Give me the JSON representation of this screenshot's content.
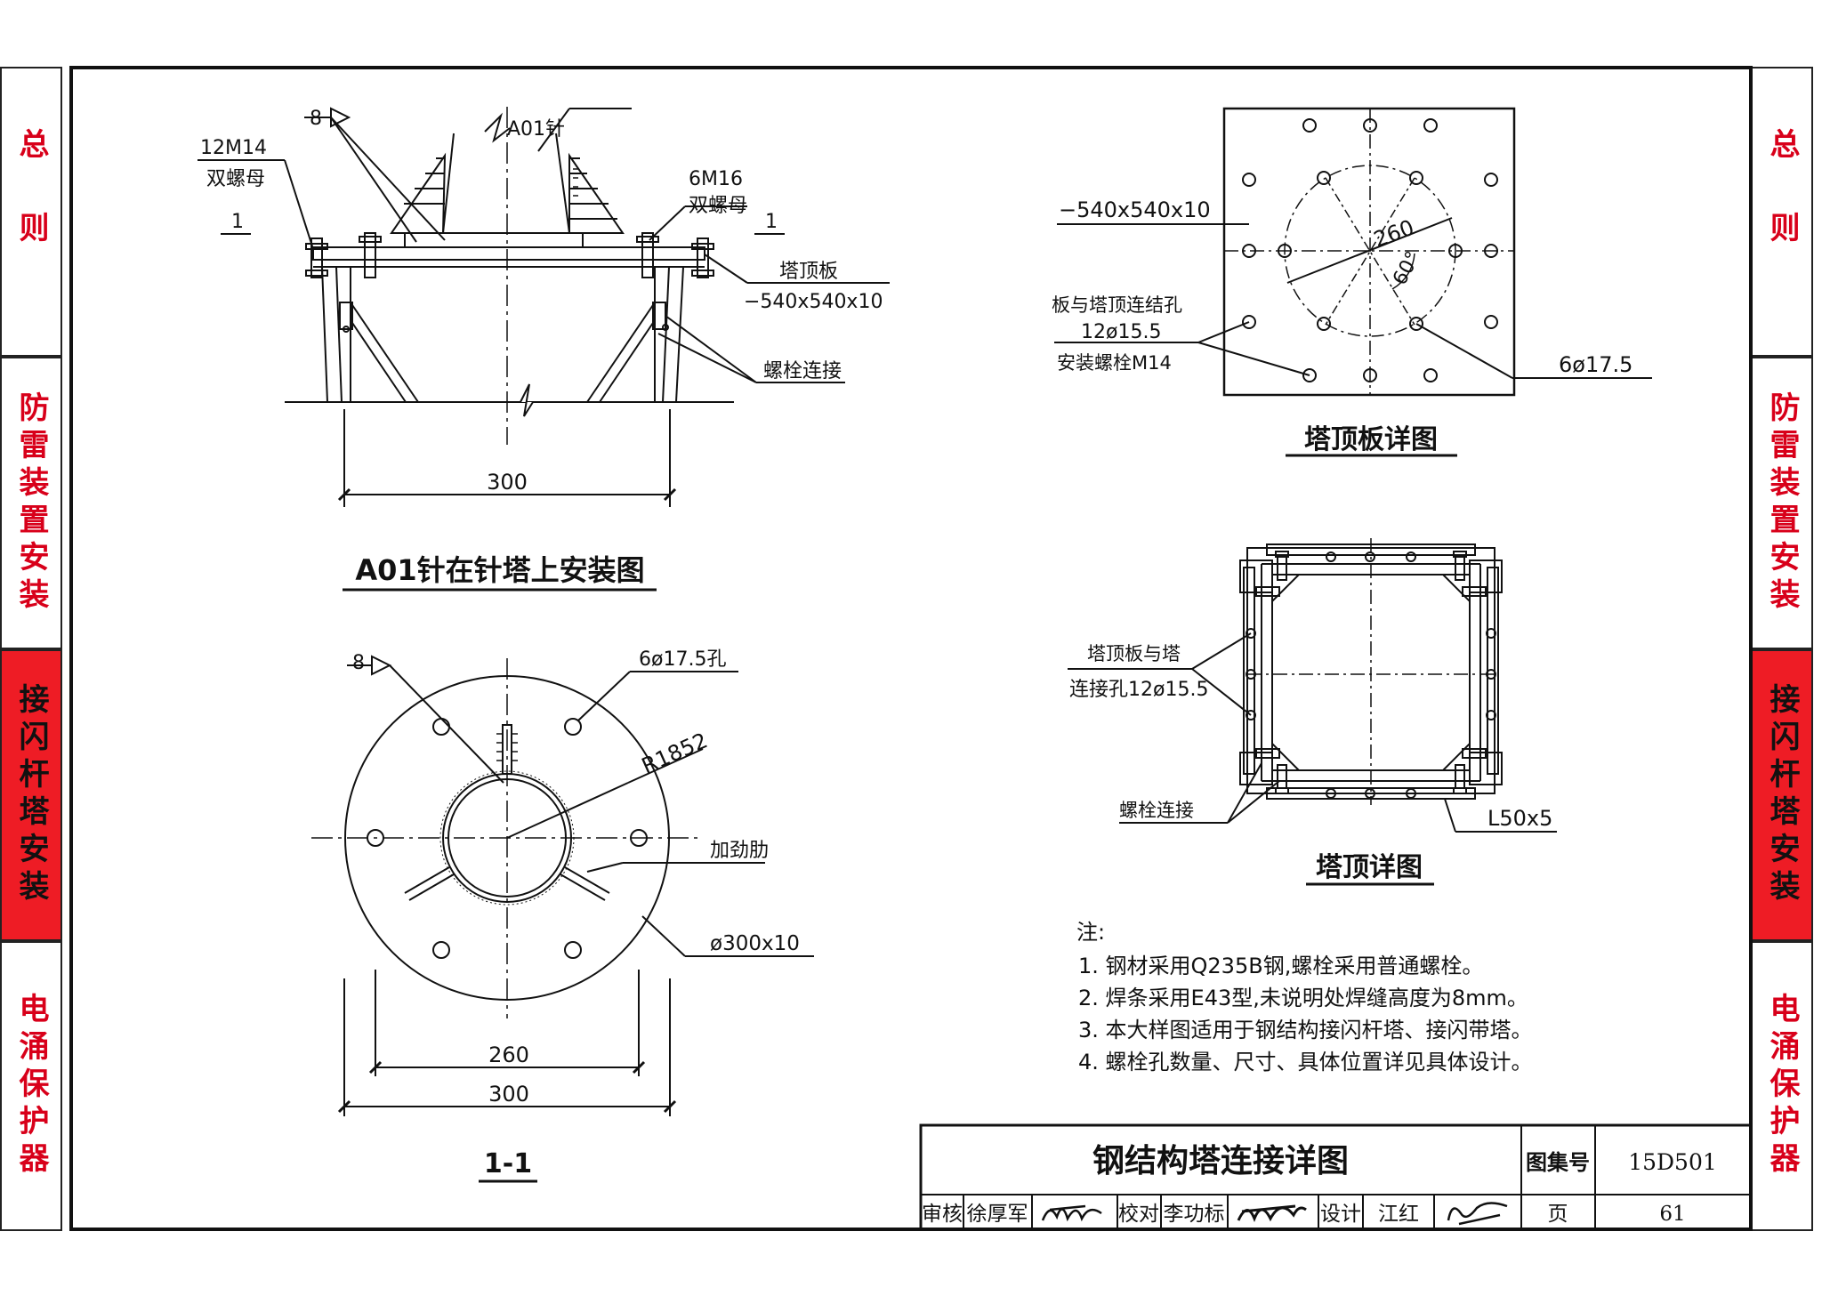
{
  "side_tabs": {
    "left": [
      {
        "label": "总则",
        "active": false
      },
      {
        "label": "防雷装置安装",
        "active": false
      },
      {
        "label": "接闪杆塔安装",
        "active": true
      },
      {
        "label": "电涌保护器",
        "active": false
      }
    ],
    "right": [
      {
        "label": "总则",
        "active": false
      },
      {
        "label": "防雷装置安装",
        "active": false
      },
      {
        "label": "接闪杆塔安装",
        "active": true
      },
      {
        "label": "电涌保护器",
        "active": false
      }
    ]
  },
  "colors": {
    "tab_active": "#ee1c25",
    "tab_text": "#d8001a",
    "line": "#111111"
  },
  "view1": {
    "title": "A01针在针塔上安装图",
    "needle_label": "A01针",
    "weld_size": "8",
    "left_bolt_spec": "12M14",
    "left_bolt_nut": "双螺母",
    "section_mark": "1",
    "right_bolt_spec": "6M16",
    "right_bolt_nut": "双螺母",
    "plate_name": "塔顶板",
    "plate_spec": "−540x540x10",
    "bolt_connection": "螺栓连接",
    "dim_300": "300"
  },
  "view2": {
    "title": "塔顶板详图",
    "plate_spec": "−540x540x10",
    "dia_260": "260",
    "angle_60": "60°",
    "hole_note_1": "板与塔顶连结孔",
    "hole_note_2": "12ø15.5",
    "hole_note_3": "安装螺栓M14",
    "hole_6": "6ø17.5"
  },
  "view3": {
    "title": "塔顶详图",
    "hole_note_1": "塔顶板与塔",
    "hole_note_2": "连接孔12ø15.5",
    "bolt_connection": "螺栓连接",
    "angle_spec": "L50x5"
  },
  "view4": {
    "title": "1-1",
    "weld_size": "8",
    "holes_spec": "6ø17.5孔",
    "radius": "R1852",
    "rib": "加劲肋",
    "pipe_spec": "ø300x10",
    "dim_260": "260",
    "dim_300": "300"
  },
  "notes": {
    "heading": "注:",
    "items": [
      "1.  钢材采用Q235B钢,螺栓采用普通螺栓。",
      "2.  焊条采用E43型,未说明处焊缝高度为8mm。",
      "3.  本大样图适用于钢结构接闪杆塔、接闪带塔。",
      "4.  螺栓孔数量、尺寸、具体位置详见具体设计。"
    ]
  },
  "title_block": {
    "drawing_title": "钢结构塔连接详图",
    "atlas_label": "图集号",
    "atlas_no": "15D501",
    "page_label": "页",
    "page_no": "61",
    "review_label": "审核",
    "reviewer": "徐厚军",
    "check_label": "校对",
    "checker": "李功标",
    "design_label": "设计",
    "designer": "江红"
  }
}
